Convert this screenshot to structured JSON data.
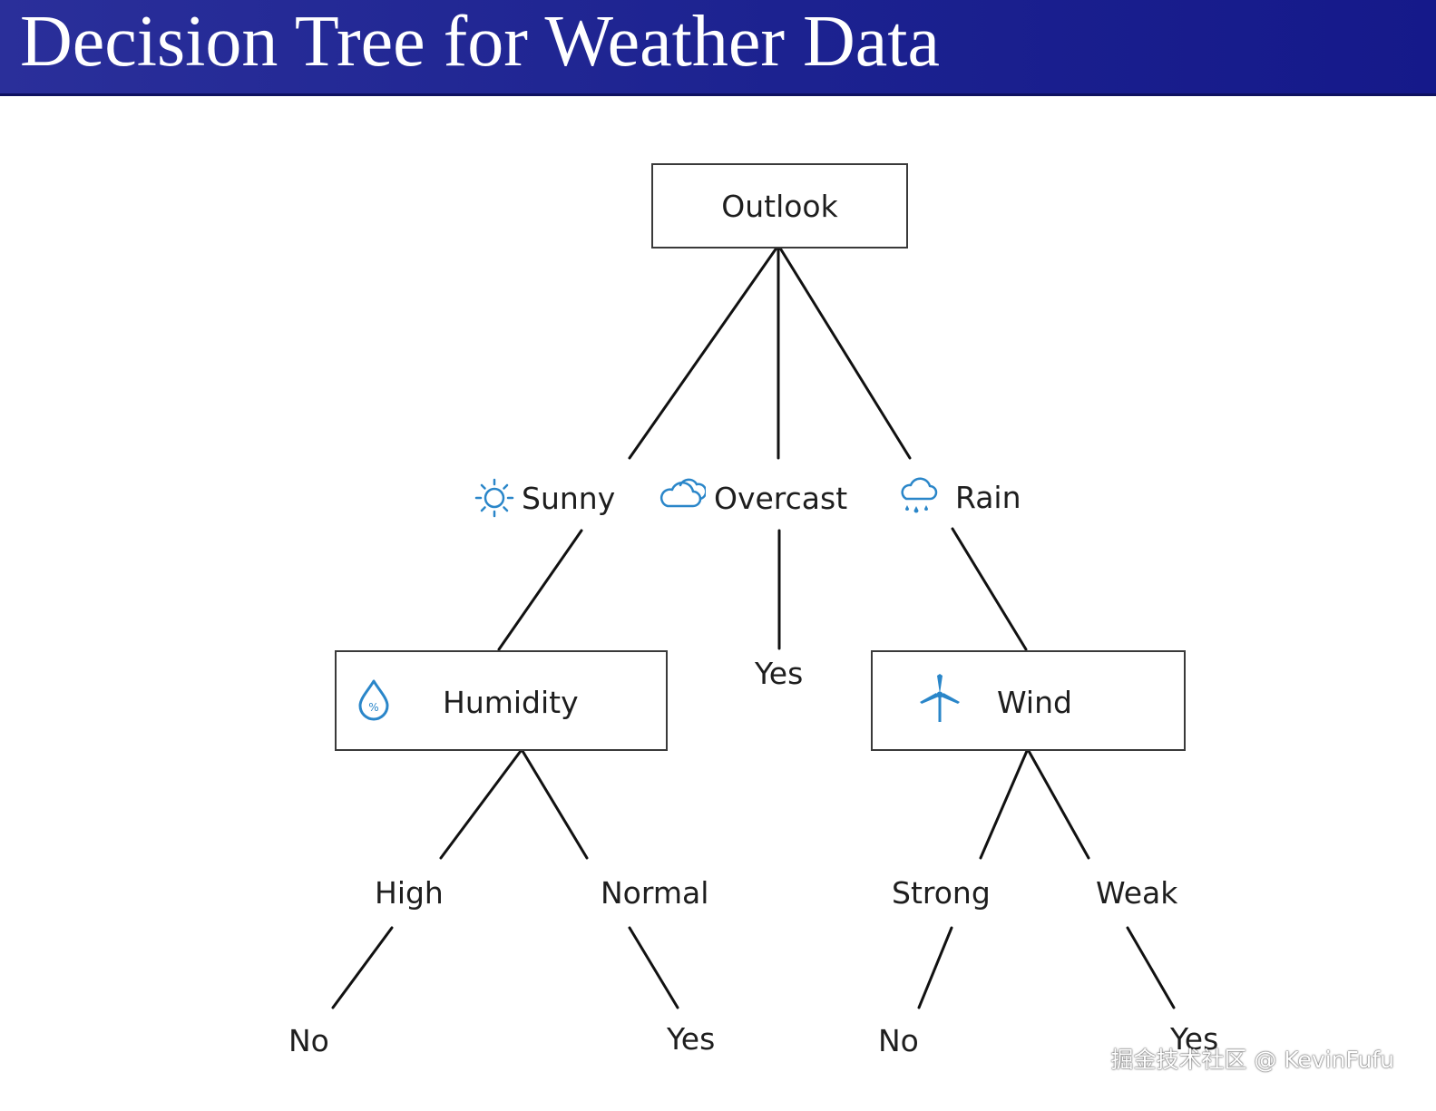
{
  "title": "Decision Tree for Weather Data",
  "nodes": {
    "root": "Outlook",
    "humidity": "Humidity",
    "wind": "Wind"
  },
  "branches": {
    "sunny": "Sunny",
    "overcast": "Overcast",
    "rain": "Rain",
    "high": "High",
    "normal": "Normal",
    "strong": "Strong",
    "weak": "Weak"
  },
  "leaves": {
    "overcast_yes": "Yes",
    "high_no": "No",
    "normal_yes": "Yes",
    "strong_no": "No",
    "weak_yes": "Yes"
  },
  "icons": {
    "sunny": "sun-icon",
    "overcast": "cloud-icon",
    "rain": "rain-cloud-icon",
    "humidity": "humidity-drop-icon",
    "wind": "wind-turbine-icon"
  },
  "colors": {
    "title_bg": "#1c2290",
    "icon_blue": "#2a86c9"
  },
  "watermark": "掘金技术社区 @ KevinFufu"
}
